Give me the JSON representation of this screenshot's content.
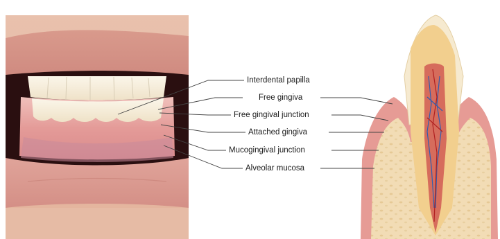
{
  "labels": [
    {
      "id": "interdental-papilla",
      "text": "Interdental papilla"
    },
    {
      "id": "free-gingiva",
      "text": "Free gingiva"
    },
    {
      "id": "free-gingival-junction",
      "text": "Free gingival junction"
    },
    {
      "id": "attached-gingiva",
      "text": "Attached gingiva"
    },
    {
      "id": "mucogingival-junction",
      "text": "Mucogingival junction"
    },
    {
      "id": "alveolar-mucosa",
      "text": "Alveolar mucosa"
    }
  ],
  "colors": {
    "skin": "#e8b9a4",
    "lip": "#d9928a",
    "gingiva": "#e29a98",
    "enamel": "#f6e6c8",
    "dentin": "#f3d7a3",
    "pulp": "#d76a5b",
    "bone": "#f2dcb5",
    "leader_line": "#444444"
  }
}
